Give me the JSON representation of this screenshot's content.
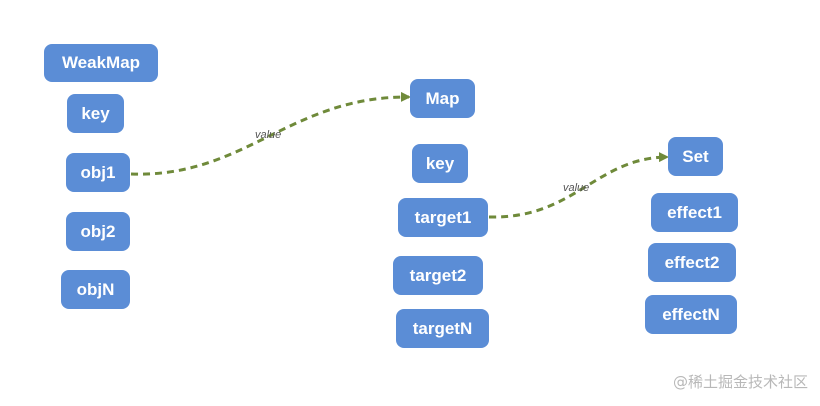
{
  "colors": {
    "node_fill": "#5b8dd6",
    "node_text": "#ffffff",
    "arrow": "#6f8a3a",
    "edge_label": "#555555",
    "watermark": "#b8b8b8"
  },
  "weakmap": {
    "header": "WeakMap",
    "key": "key",
    "items": [
      "obj1",
      "obj2",
      "objN"
    ]
  },
  "map": {
    "header": "Map",
    "key": "key",
    "items": [
      "target1",
      "target2",
      "targetN"
    ]
  },
  "set": {
    "header": "Set",
    "items": [
      "effect1",
      "effect2",
      "effectN"
    ]
  },
  "edges": [
    {
      "from": "obj1",
      "to": "Map",
      "label": "value"
    },
    {
      "from": "target1",
      "to": "Set",
      "label": "value"
    }
  ],
  "watermark": "@稀土掘金技术社区"
}
